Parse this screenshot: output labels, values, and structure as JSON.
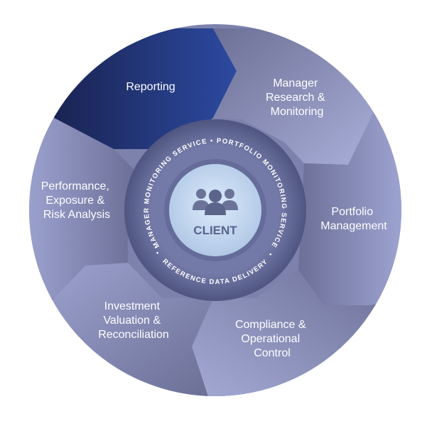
{
  "center": {
    "label": "CLIENT",
    "icon": "people-icon"
  },
  "ring": {
    "top_text": "MANAGER MONITORING SERVICE • PORTFOLIO MONITORING SERVICE",
    "bottom_text": "REFERENCE DATA DELIVERY",
    "left_dot": "•",
    "right_dot": "•"
  },
  "segments": [
    {
      "id": "reporting",
      "lines": [
        "Reporting"
      ],
      "color": "#1f3272"
    },
    {
      "id": "manager",
      "lines": [
        "Manager",
        "Research &",
        "Monitoring"
      ],
      "color": "#8a8fbc"
    },
    {
      "id": "portfolio",
      "lines": [
        "Portfolio",
        "Management"
      ],
      "color": "#8a8eba"
    },
    {
      "id": "compliance",
      "lines": [
        "Compliance &",
        "Operational",
        "Control"
      ],
      "color": "#8b8fbb"
    },
    {
      "id": "valuation",
      "lines": [
        "Investment",
        "Valuation &",
        "Reconciliation"
      ],
      "color": "#8b8fbb"
    },
    {
      "id": "performance",
      "lines": [
        "Performance,",
        "Exposure &",
        "Risk Analysis"
      ],
      "color": "#8b8fbb"
    }
  ],
  "colors": {
    "outer_base": "#7d82ad",
    "ring": "#5e6592",
    "client_disc": "#c3d8f0",
    "client_text": "#56648e"
  }
}
